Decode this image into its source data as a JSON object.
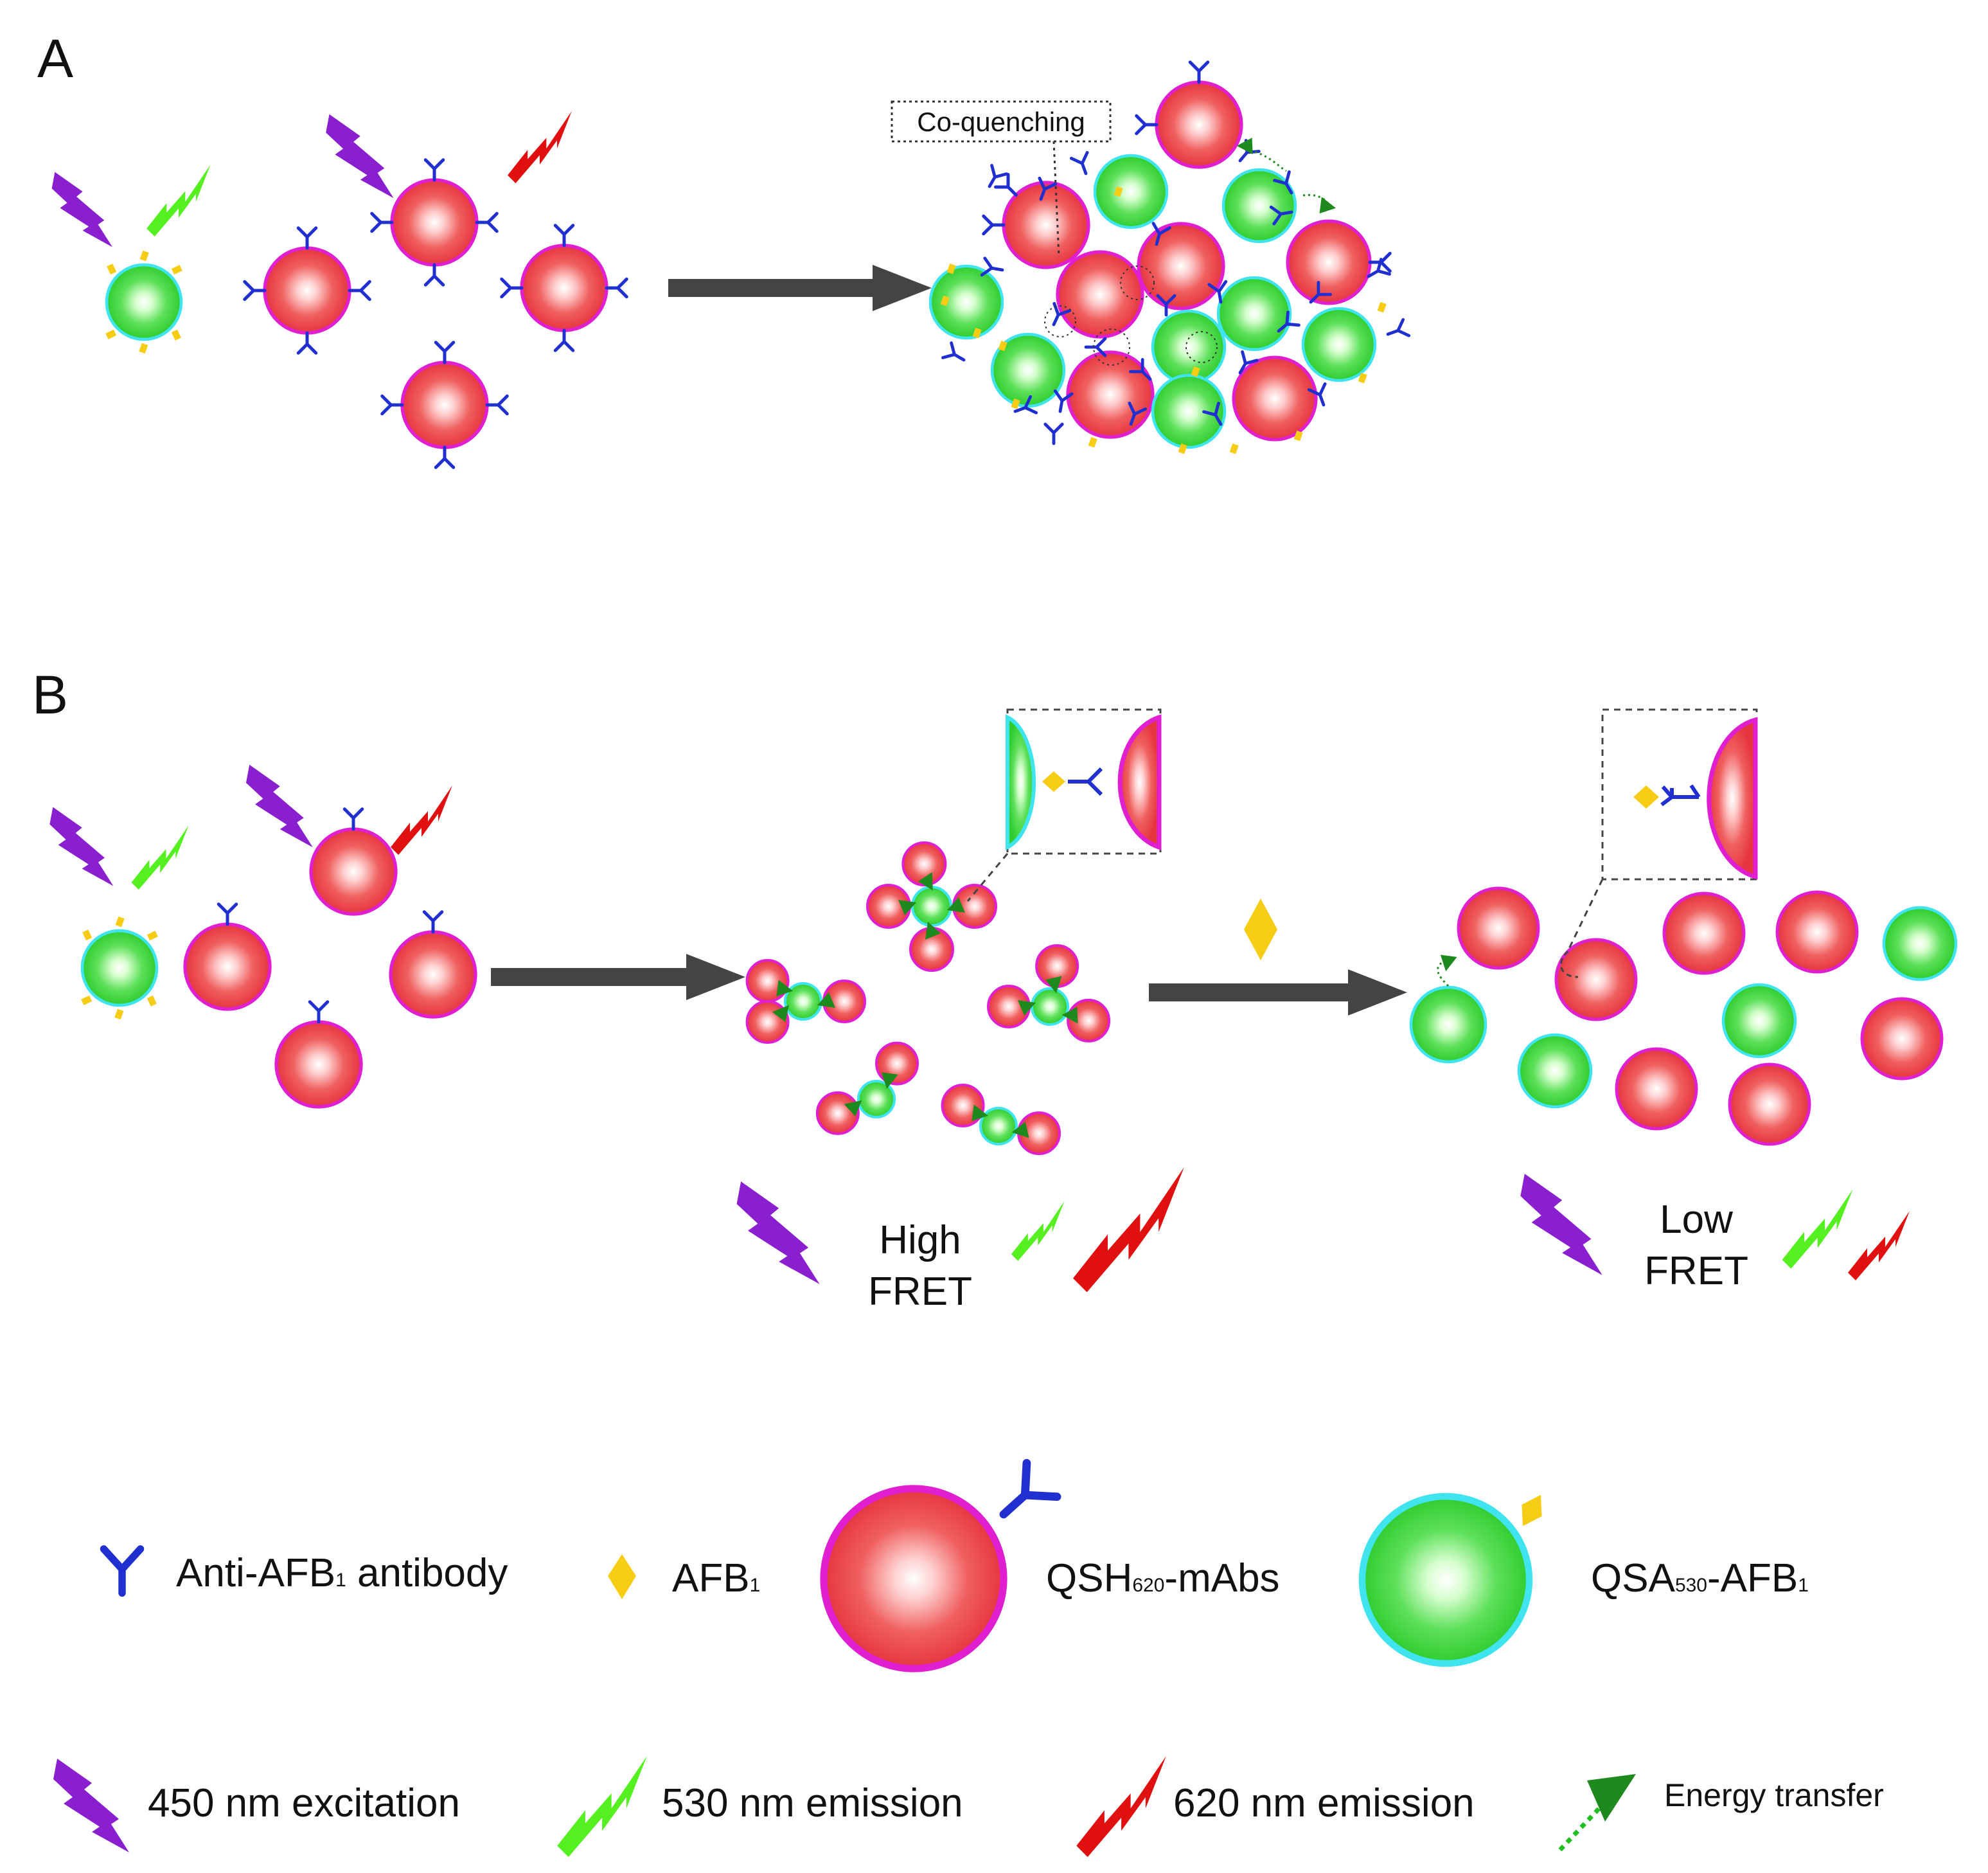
{
  "panels": {
    "a": {
      "label": "A",
      "co_quenching": "Co-quenching"
    },
    "b": {
      "label": "B",
      "high": {
        "line1": "High",
        "line2": "FRET"
      },
      "low": {
        "line1": "Low",
        "line2": "FRET"
      }
    }
  },
  "legend": {
    "antibody": {
      "prefix": "Anti-AFB",
      "sub": "1",
      "suffix": " antibody",
      "icon": "antibody-icon"
    },
    "afb1": {
      "prefix": "AFB",
      "sub": "1",
      "icon": "afb1-diamond-icon"
    },
    "qsh": {
      "prefix": "QSH",
      "sub": "620",
      "suffix": "-mAbs",
      "icon": "red-quantum-dot-icon"
    },
    "qsa": {
      "prefix": "QSA",
      "sub": "530",
      "suffix": "-AFB",
      "sub2": "1",
      "icon": "green-quantum-dot-icon"
    },
    "excitation": {
      "text": "450 nm excitation",
      "icon": "purple-bolt-icon"
    },
    "emission530": {
      "text": "530 nm emission",
      "icon": "green-bolt-icon"
    },
    "emission620": {
      "text": "620 nm emission",
      "icon": "red-bolt-icon"
    },
    "energy": {
      "text": "Energy transfer",
      "icon": "energy-transfer-icon"
    }
  },
  "colors": {
    "red_dot_fill": "#ee4a55",
    "red_dot_rim": "#e020d0",
    "green_dot_fill": "#3fdc3f",
    "green_dot_rim": "#40e4ee",
    "antibody": "#1f2fd0",
    "afb1": "#f6cc14",
    "bolt_purple": "#8a1fd0",
    "bolt_green": "#55f020",
    "bolt_red": "#e01010",
    "energy_green": "#1e8a1e",
    "arrow": "#444444"
  }
}
